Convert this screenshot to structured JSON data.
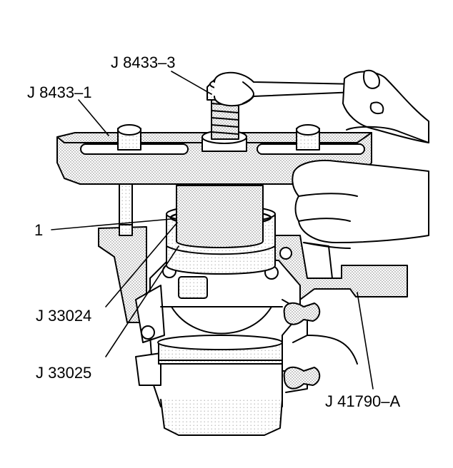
{
  "labels": {
    "j8433_3": "J 8433–3",
    "j8433_1": "J 8433–1",
    "item_1": "1",
    "j33024": "J 33024",
    "j33025": "J 33025",
    "j41790a": "J 41790–A"
  },
  "colors": {
    "ink": "#000000",
    "paper": "#ffffff",
    "stipple": "#9a9a9a"
  }
}
